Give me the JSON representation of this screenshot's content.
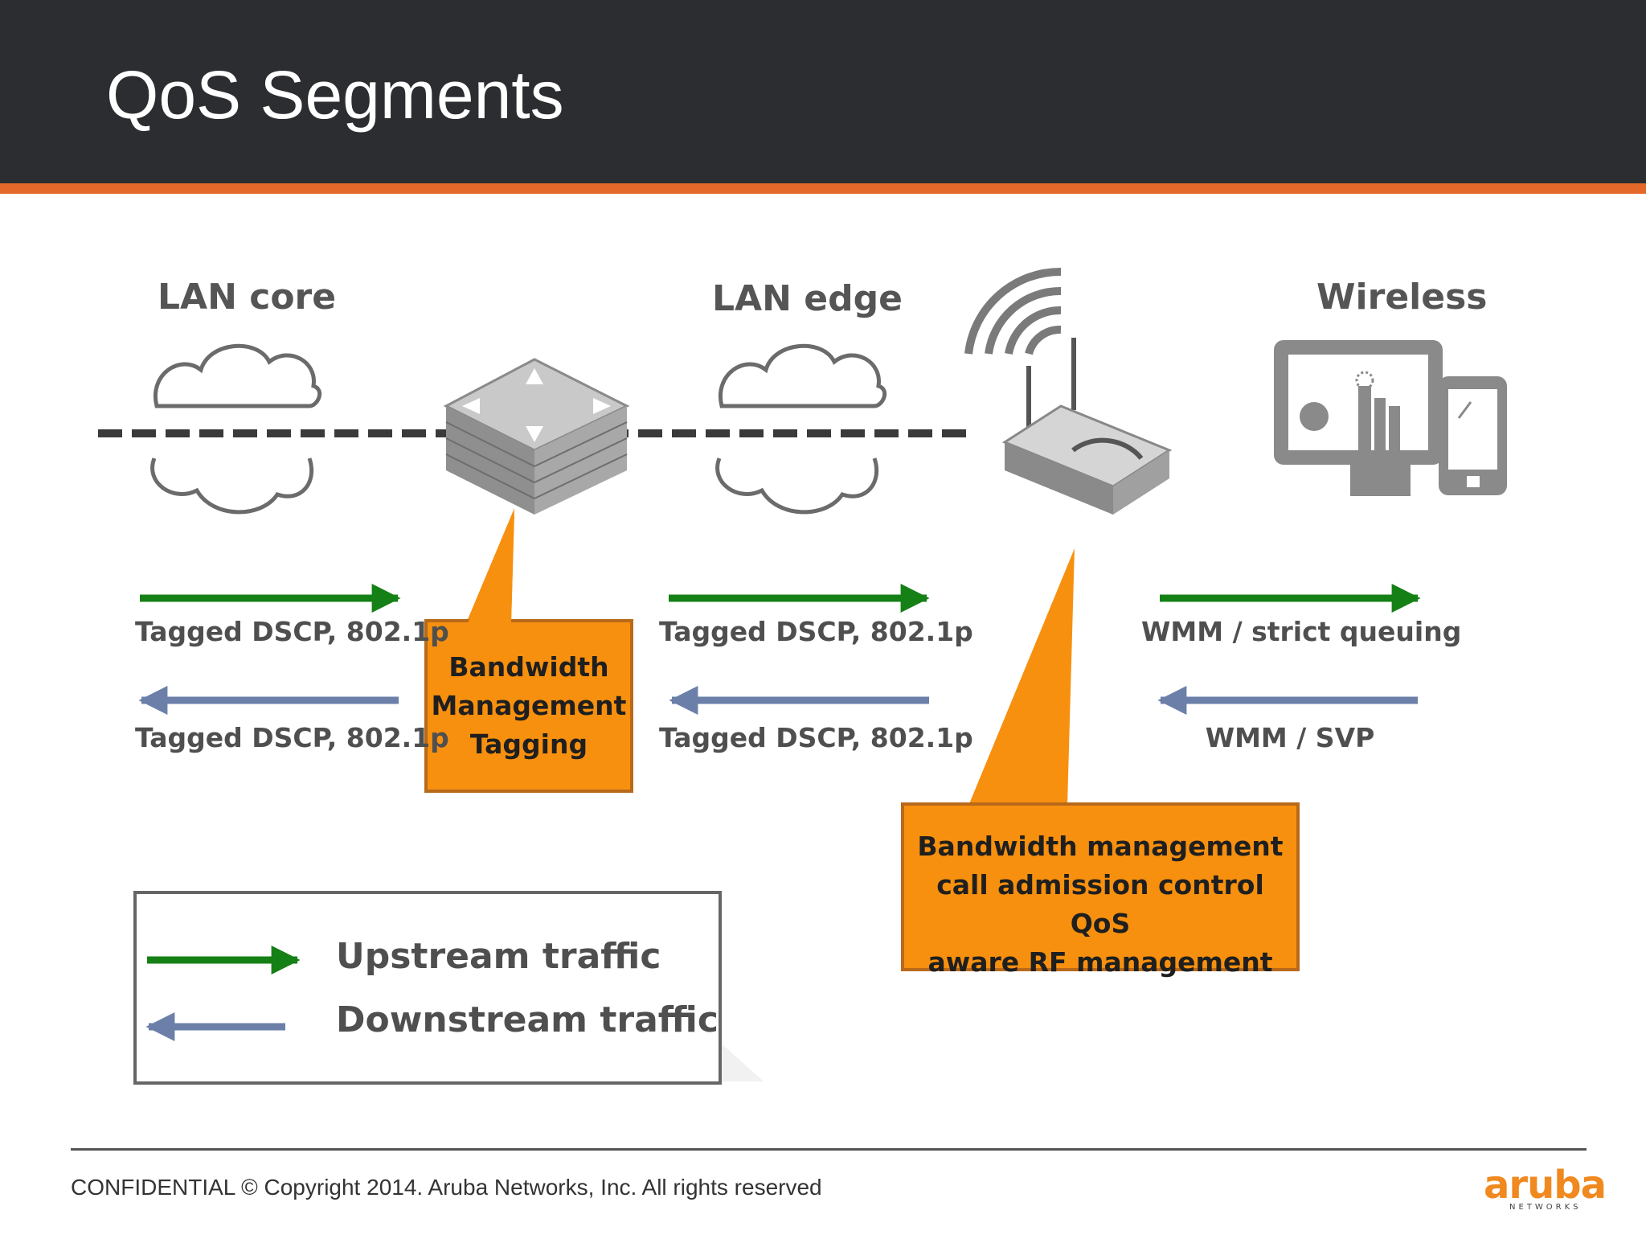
{
  "slide": {
    "title": "QoS Segments"
  },
  "segments": {
    "lan_core": "LAN core",
    "lan_edge": "LAN edge",
    "wireless": "Wireless"
  },
  "links": [
    {
      "upstream_label": "Tagged DSCP, 802.1p",
      "downstream_label": "Tagged DSCP, 802.1p"
    },
    {
      "upstream_label": "Tagged DSCP, 802.1p",
      "downstream_label": "Tagged DSCP, 802.1p"
    },
    {
      "upstream_label": "WMM / strict queuing",
      "downstream_label": "WMM / SVP"
    }
  ],
  "callouts": {
    "switch": [
      "Bandwidth",
      "Management",
      "Tagging"
    ],
    "access_point": [
      "Bandwidth management",
      "call admission control QoS",
      "aware RF management"
    ]
  },
  "legend": {
    "upstream": "Upstream traffic",
    "downstream": "Downstream traffic"
  },
  "colors": {
    "upstream_arrow": "#158015",
    "downstream_arrow": "#6b7fa8",
    "callout_fill": "#f7900e",
    "header_bg": "#2c2d30",
    "header_accent": "#e4682a"
  },
  "icons": {
    "cloud": "cloud-icon",
    "switch": "firewall-switch-icon",
    "access_point": "wireless-access-point-icon",
    "devices": "tablet-phone-icon"
  },
  "footer": {
    "text": "CONFIDENTIAL © Copyright 2014. Aruba Networks, Inc. All rights reserved",
    "logo_word": "aruba",
    "logo_sub": "NETWORKS"
  }
}
